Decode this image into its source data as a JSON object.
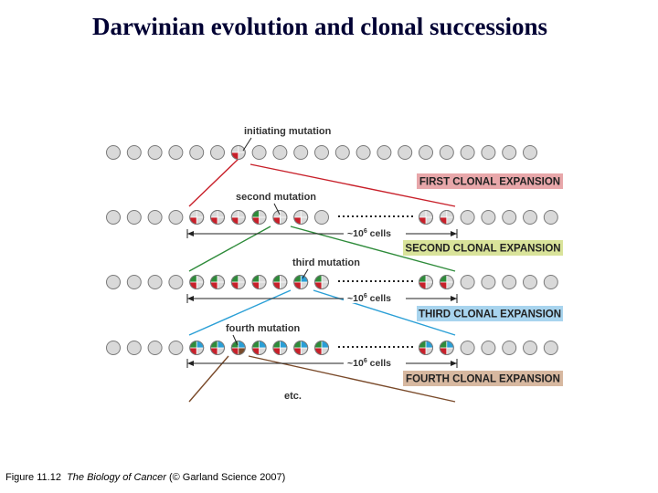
{
  "title": "Darwinian evolution and clonal successions",
  "labels": {
    "initiating": "initiating mutation",
    "second": "second mutation",
    "third": "third mutation",
    "fourth": "fourth mutation",
    "etc": "etc."
  },
  "expansions": [
    {
      "label": "FIRST CLONAL EXPANSION",
      "color": "#e8a7aa"
    },
    {
      "label": "SECOND CLONAL EXPANSION",
      "color": "#d9e39a"
    },
    {
      "label": "THIRD CLONAL EXPANSION",
      "color": "#a8d4ee"
    },
    {
      "label": "FOURTH CLONAL EXPANSION",
      "color": "#d7b8a0"
    }
  ],
  "cell_count_label": "~10",
  "cell_count_exponent": "6",
  "cell_count_unit": " cells",
  "line_colors": {
    "red": "#c8202a",
    "green": "#2e8b3a",
    "blue": "#2a9fd6",
    "brown": "#7a4a2a"
  },
  "caption": {
    "figure": "Figure 11.12",
    "book": "The Biology of Cancer",
    "rest": "(© Garland Science 2007)"
  }
}
